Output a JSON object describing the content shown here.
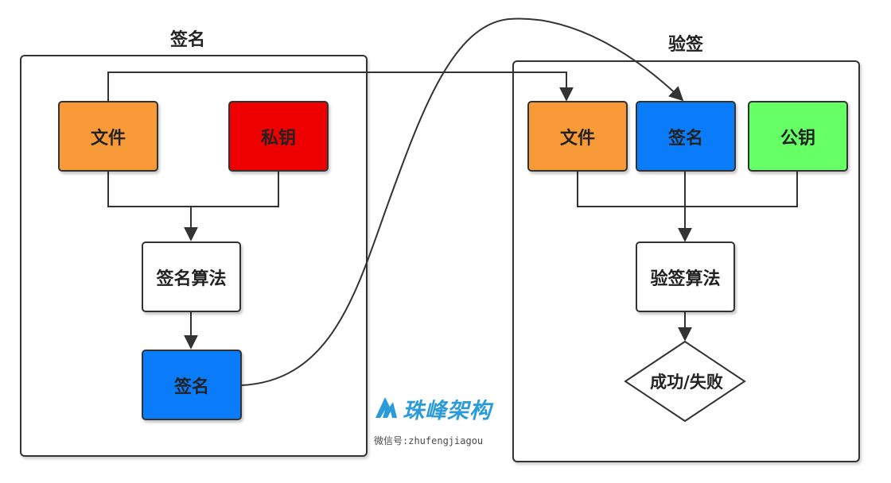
{
  "colors": {
    "orange": "#f99a38",
    "red": "#ee0000",
    "blue": "#0a7cfa",
    "green": "#66ff66",
    "white": "#ffffff",
    "border": "#333333",
    "watermark": "#2a9bd8"
  },
  "sign_group": {
    "title": "签名",
    "file": "文件",
    "private_key": "私钥",
    "algorithm": "签名算法",
    "signature": "签名"
  },
  "verify_group": {
    "title": "验签",
    "file": "文件",
    "signature": "签名",
    "public_key": "公钥",
    "algorithm": "验签算法",
    "result": "成功/失败"
  },
  "watermark": {
    "brand": "珠峰架构",
    "wechat": "微信号:zhufengjiagou",
    "logo_icon": "mountain-peak-icon"
  }
}
